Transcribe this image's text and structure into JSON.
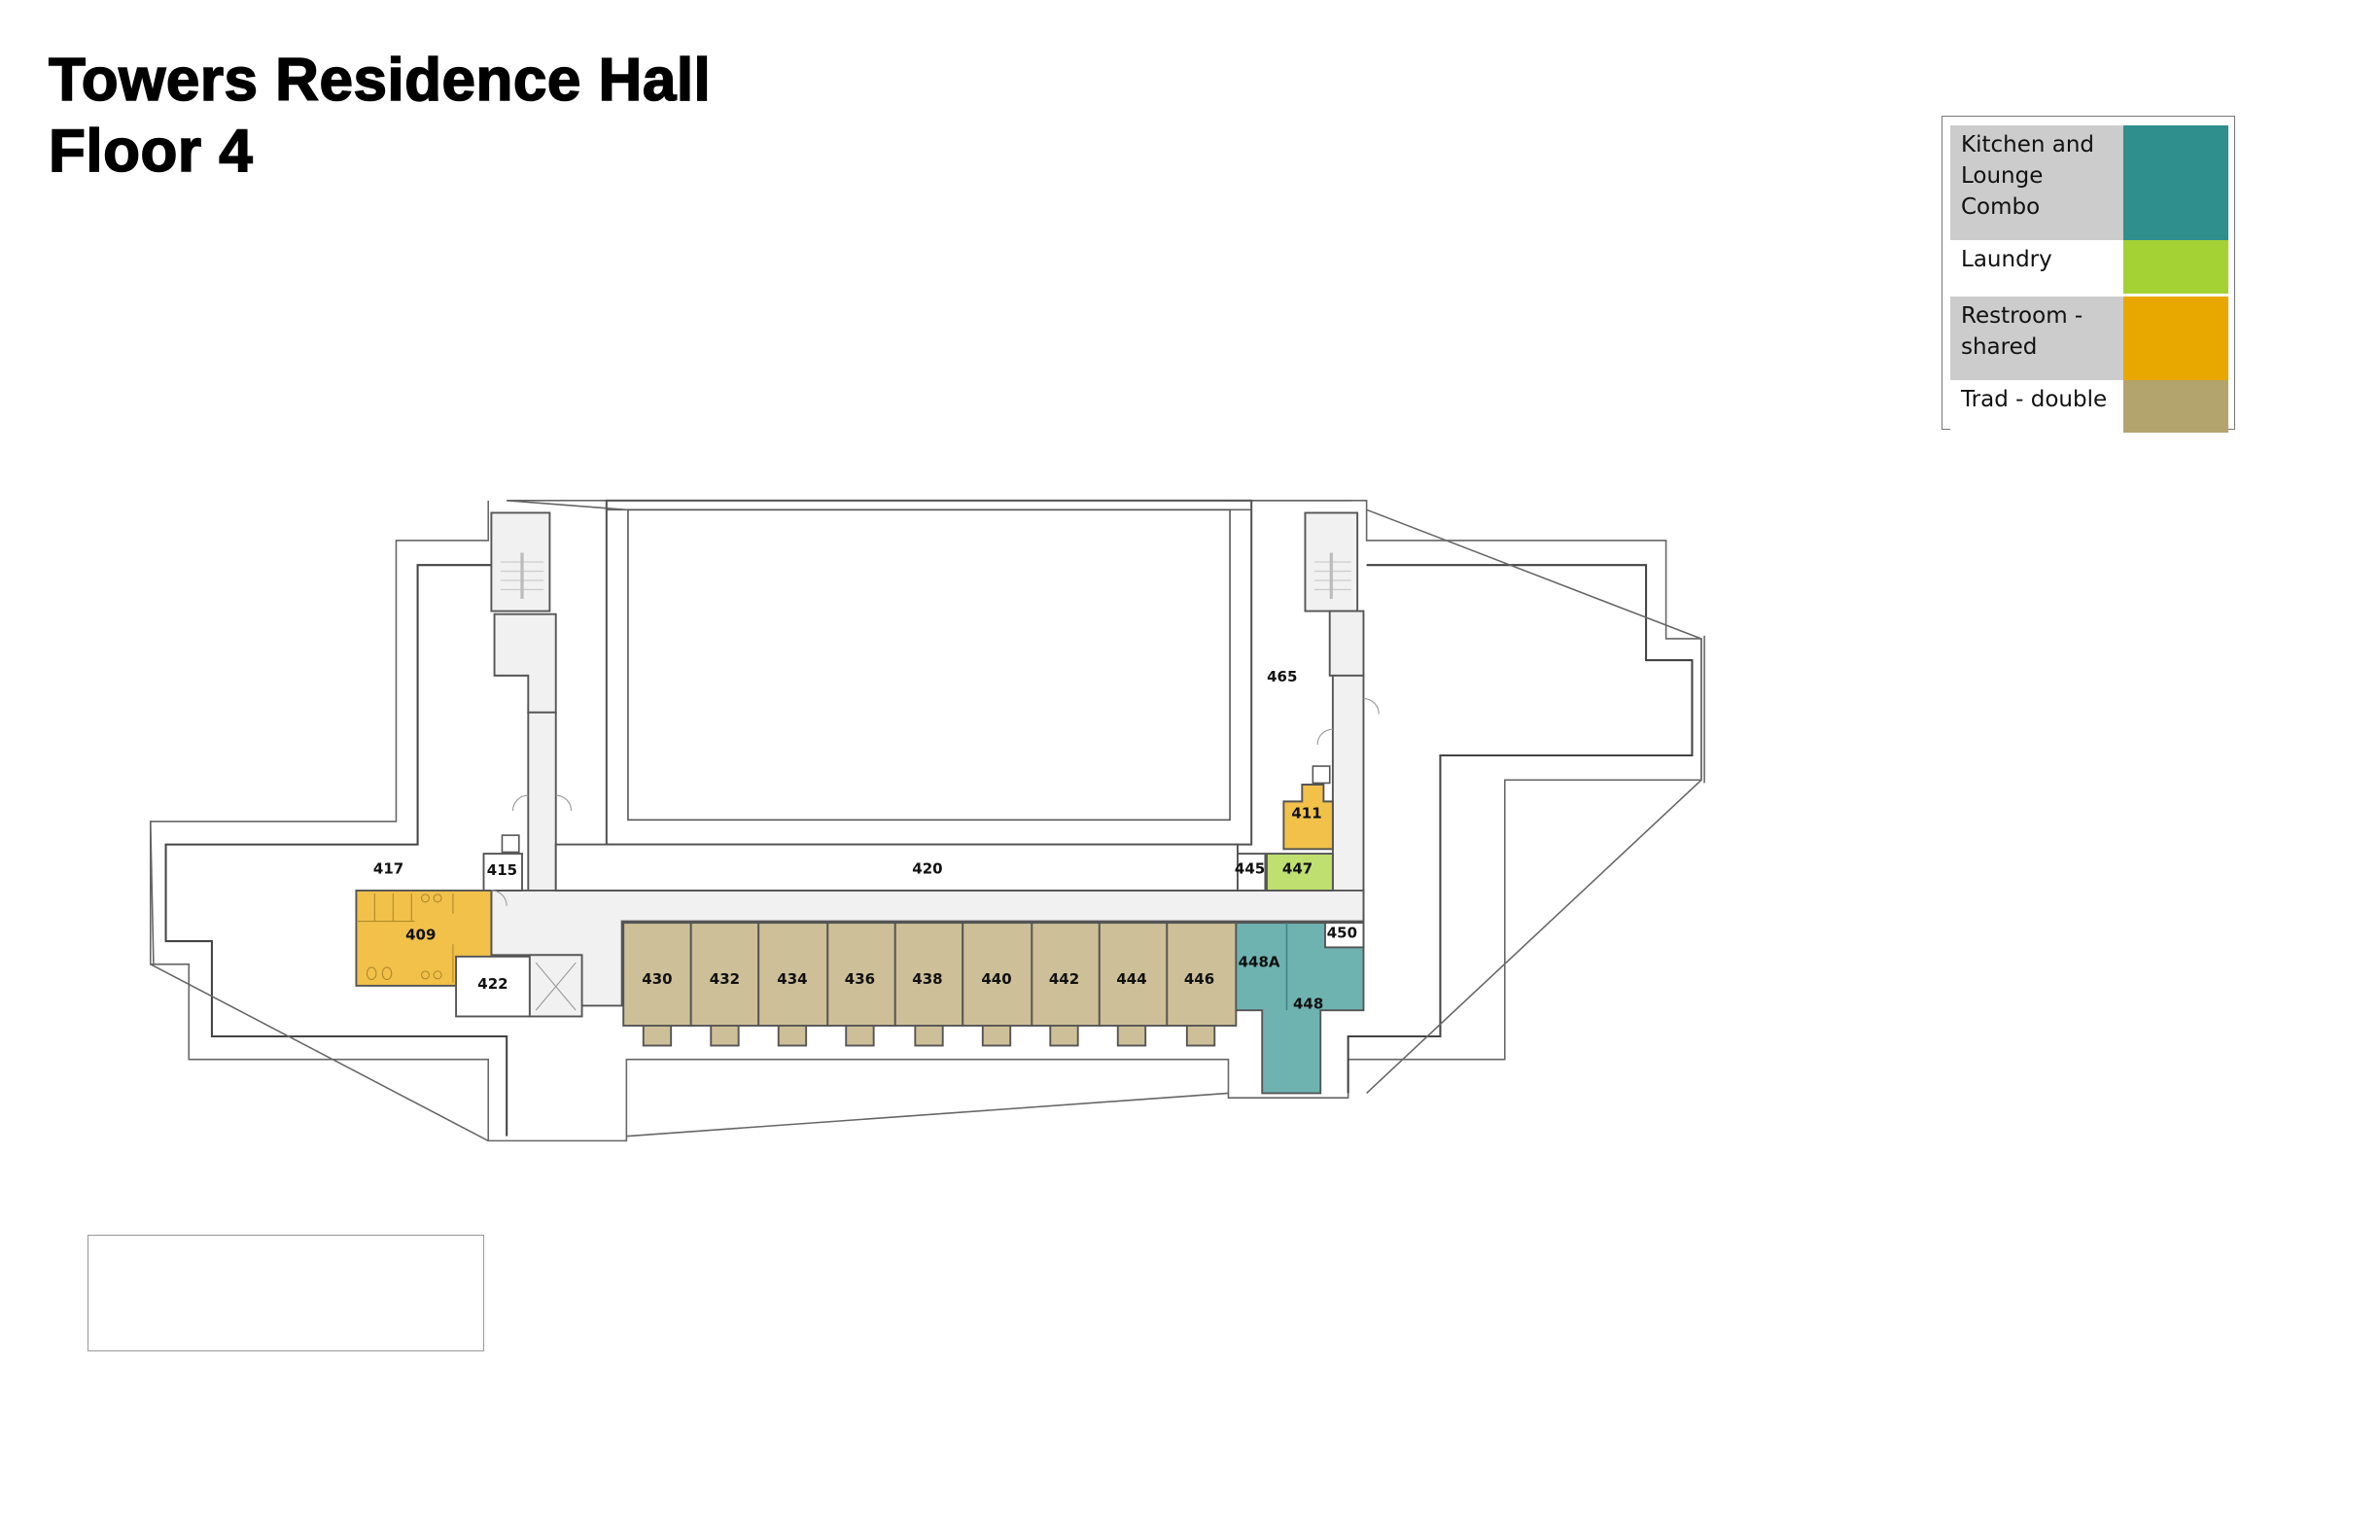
{
  "header": {
    "title_line1": "Towers Residence Hall",
    "title_line2": "Floor 4"
  },
  "legend": {
    "items": [
      {
        "label": "Kitchen and Lounge Combo",
        "color": "#2e8f8c"
      },
      {
        "label": "Laundry",
        "color": "#a4d234"
      },
      {
        "label": "Restroom - shared",
        "color": "#e9a800"
      },
      {
        "label": "Trad - double",
        "color": "#b3a36c"
      }
    ]
  },
  "colors": {
    "kitchen_fill": "#6fb3b1",
    "laundry_fill": "#bfe070",
    "restroom_fill": "#f1c14a",
    "double_fill": "#cdbf97",
    "corridor_fill": "#f1f1f1",
    "wall": "#555555"
  },
  "rooms": {
    "r409": "409",
    "r411": "411",
    "r415": "415",
    "r417": "417",
    "r420": "420",
    "r422": "422",
    "r430": "430",
    "r432": "432",
    "r434": "434",
    "r436": "436",
    "r438": "438",
    "r440": "440",
    "r442": "442",
    "r444": "444",
    "r446": "446",
    "r445": "445",
    "r447": "447",
    "r448": "448",
    "r448a": "448A",
    "r450": "450",
    "r465": "465"
  }
}
